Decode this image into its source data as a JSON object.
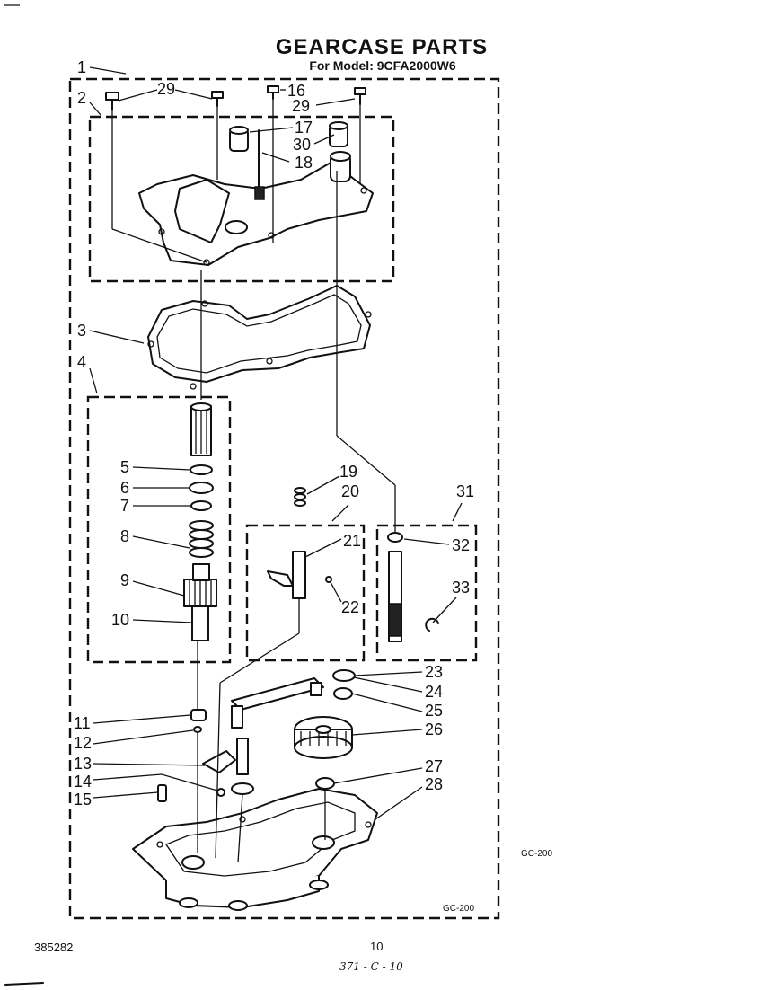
{
  "title": "GEARCASE PARTS",
  "subtitle": "For Model: 9CFA2000W6",
  "callouts": [
    "1",
    "2",
    "29",
    "16",
    "29",
    "17",
    "30",
    "18",
    "3",
    "4",
    "5",
    "6",
    "7",
    "8",
    "9",
    "10",
    "19",
    "20",
    "31",
    "21",
    "32",
    "22",
    "33",
    "23",
    "24",
    "25",
    "26",
    "11",
    "12",
    "13",
    "27",
    "14",
    "28",
    "15"
  ],
  "codes": {
    "side": "GC-200",
    "box": "GC-200"
  },
  "footer": {
    "doc_number": "385282",
    "page": "10",
    "handwritten": "371 - C - 10"
  }
}
